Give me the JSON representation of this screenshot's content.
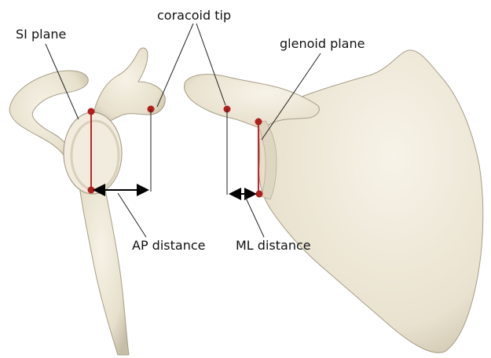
{
  "labels": {
    "si_plane": "SI plane",
    "coracoid_tip": "coracoid tip",
    "glenoid_plane": "glenoid plane",
    "ap_distance": "AP distance",
    "ml_distance": "ML distance"
  },
  "colors": {
    "bone": "#ede7d6",
    "bone_shade": "#c9c1ab",
    "bone_outline": "#a79e88",
    "landmark": "#b01e1e",
    "plane_line": "#c0272d",
    "leader_line": "#222222",
    "arrow": "#000000",
    "background": "#ffffff"
  },
  "views": [
    "lateral-view",
    "anterior-view"
  ]
}
